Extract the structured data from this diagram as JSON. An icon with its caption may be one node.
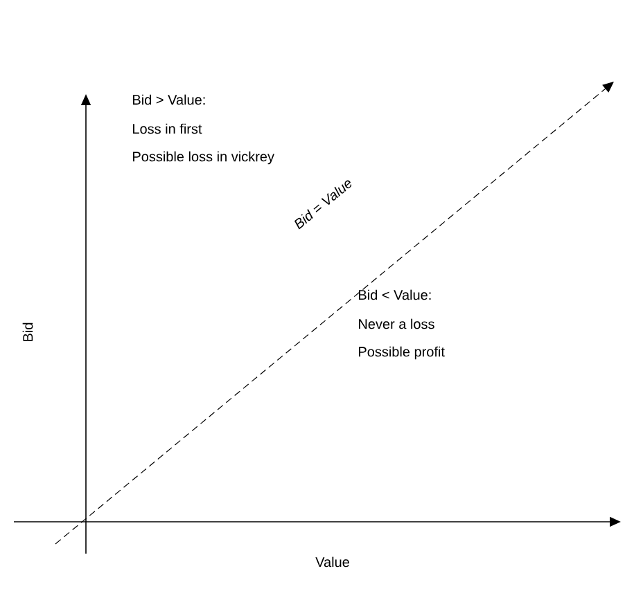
{
  "diagram": {
    "labels": [
      "Bid > Value:",
      "Loss in first",
      "Possible loss in vickrey",
      "Bid = Value",
      "Bid < Value:",
      "Never a loss",
      "Possible profit",
      "Bid",
      "Value"
    ]
  }
}
